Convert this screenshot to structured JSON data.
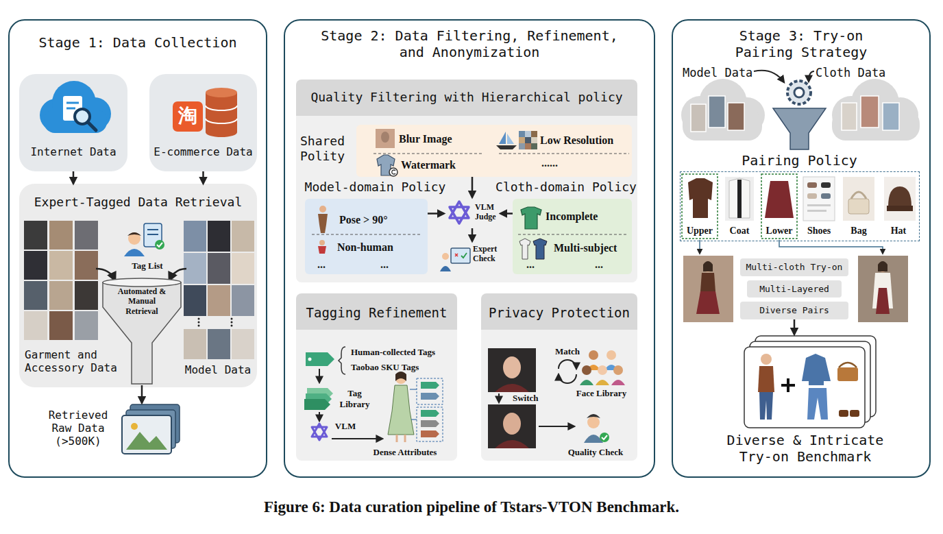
{
  "diagram": {
    "caption": "Figure 6: Data curation pipeline of Tstars-VTON Benchmark.",
    "nodes": [
      {
        "text": [
          "Stage 1: Data Collection"
        ]
      },
      {
        "text": [
          "Internet Data"
        ],
        "in": 0
      },
      {
        "text": [
          "E-commerce Data"
        ],
        "in": 0
      },
      {
        "text": [
          "Expert-Tagged Data Retrieval"
        ],
        "in": 0
      },
      {
        "text": [
          "Automated & Manual Retrieval"
        ],
        "in": 3
      },
      {
        "text": [
          "Retrieved Raw Data (>500K)"
        ],
        "in": 0
      },
      {
        "text": [
          "Stage 2: Data Filtering, Refinement, and Anonymization"
        ]
      },
      {
        "text": [
          "Quality Filtering with Hierarchical policy"
        ],
        "in": 6
      },
      {
        "text": [
          "Shared Polity",
          "Blur Image",
          "Low Resolution",
          "Watermark",
          "......"
        ],
        "in": 7
      },
      {
        "text": [
          "Model-domain Policy",
          "Pose > 90°",
          "Non-human",
          "...",
          "..."
        ],
        "in": 7
      },
      {
        "text": [
          "VLM Judge"
        ],
        "in": 7
      },
      {
        "text": [
          "Cloth-domain Policy",
          "Incomplete",
          "Multi-subject",
          "...",
          "..."
        ],
        "in": 7
      },
      {
        "text": [
          "Expert Check"
        ],
        "in": 7
      },
      {
        "text": [
          "Tagging Refinement"
        ],
        "in": 6
      },
      {
        "text": [
          "Privacy Protection"
        ],
        "in": 6
      },
      {
        "text": [
          "Stage 3: Try-on Pairing Strategy"
        ]
      },
      {
        "text": [
          "Pairing Policy"
        ],
        "in": 15
      },
      {
        "text": [
          "Multi-cloth Try-on"
        ],
        "in": 15
      },
      {
        "text": [
          "Multi-Layered"
        ],
        "in": 15
      },
      {
        "text": [
          "Diverse Pairs"
        ],
        "in": 15
      },
      {
        "text": [
          "Diverse & Intricate Try-on Benchmark"
        ],
        "in": 15
      }
    ],
    "edges": [
      {
        "from": 1,
        "to": 3,
        "arrow": "to"
      },
      {
        "from": 2,
        "to": 3,
        "arrow": "to"
      },
      {
        "from": 4,
        "to": 5,
        "arrow": "to"
      },
      {
        "from": 8,
        "to": 10,
        "arrow": "to"
      },
      {
        "from": 9,
        "to": 10,
        "arrow": "to"
      },
      {
        "from": 11,
        "to": 10,
        "arrow": "to"
      },
      {
        "from": 10,
        "to": 12,
        "arrow": "to"
      },
      {
        "from": 19,
        "to": 20,
        "arrow": "to"
      }
    ],
    "labels": [
      "淘",
      "Tag List",
      "Garment and Accessory Data",
      "Model Data",
      "Human-collected Tags",
      "Taobao SKU Tags",
      "Tag Library",
      "VLM",
      "Dense Attributes",
      "Match",
      "Switch",
      "Face Library",
      "Quality Check",
      "Model Data",
      "Cloth Data",
      "Upper",
      "Coat",
      "Lower",
      "Shoes",
      "Bag",
      "Hat"
    ]
  }
}
